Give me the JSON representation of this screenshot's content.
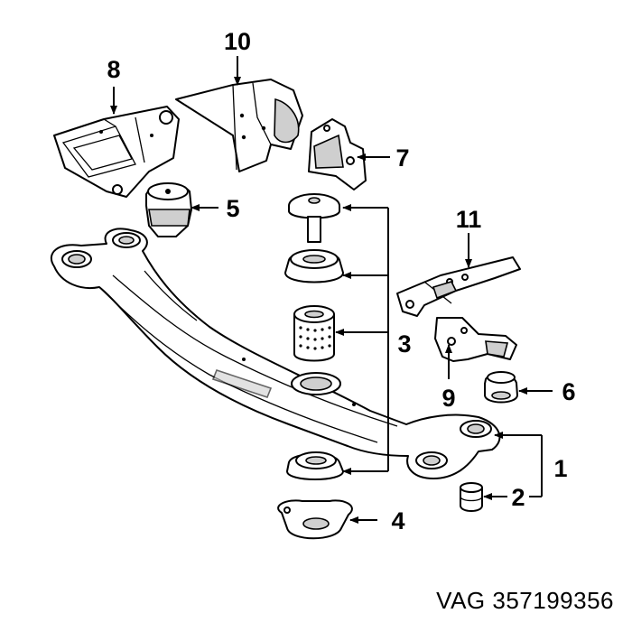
{
  "callouts": {
    "c1": "1",
    "c2": "2",
    "c3": "3",
    "c4": "4",
    "c5": "5",
    "c6": "6",
    "c7": "7",
    "c8": "8",
    "c9": "9",
    "c10": "10",
    "c11": "11"
  },
  "part_number": "VAG 357199356"
}
